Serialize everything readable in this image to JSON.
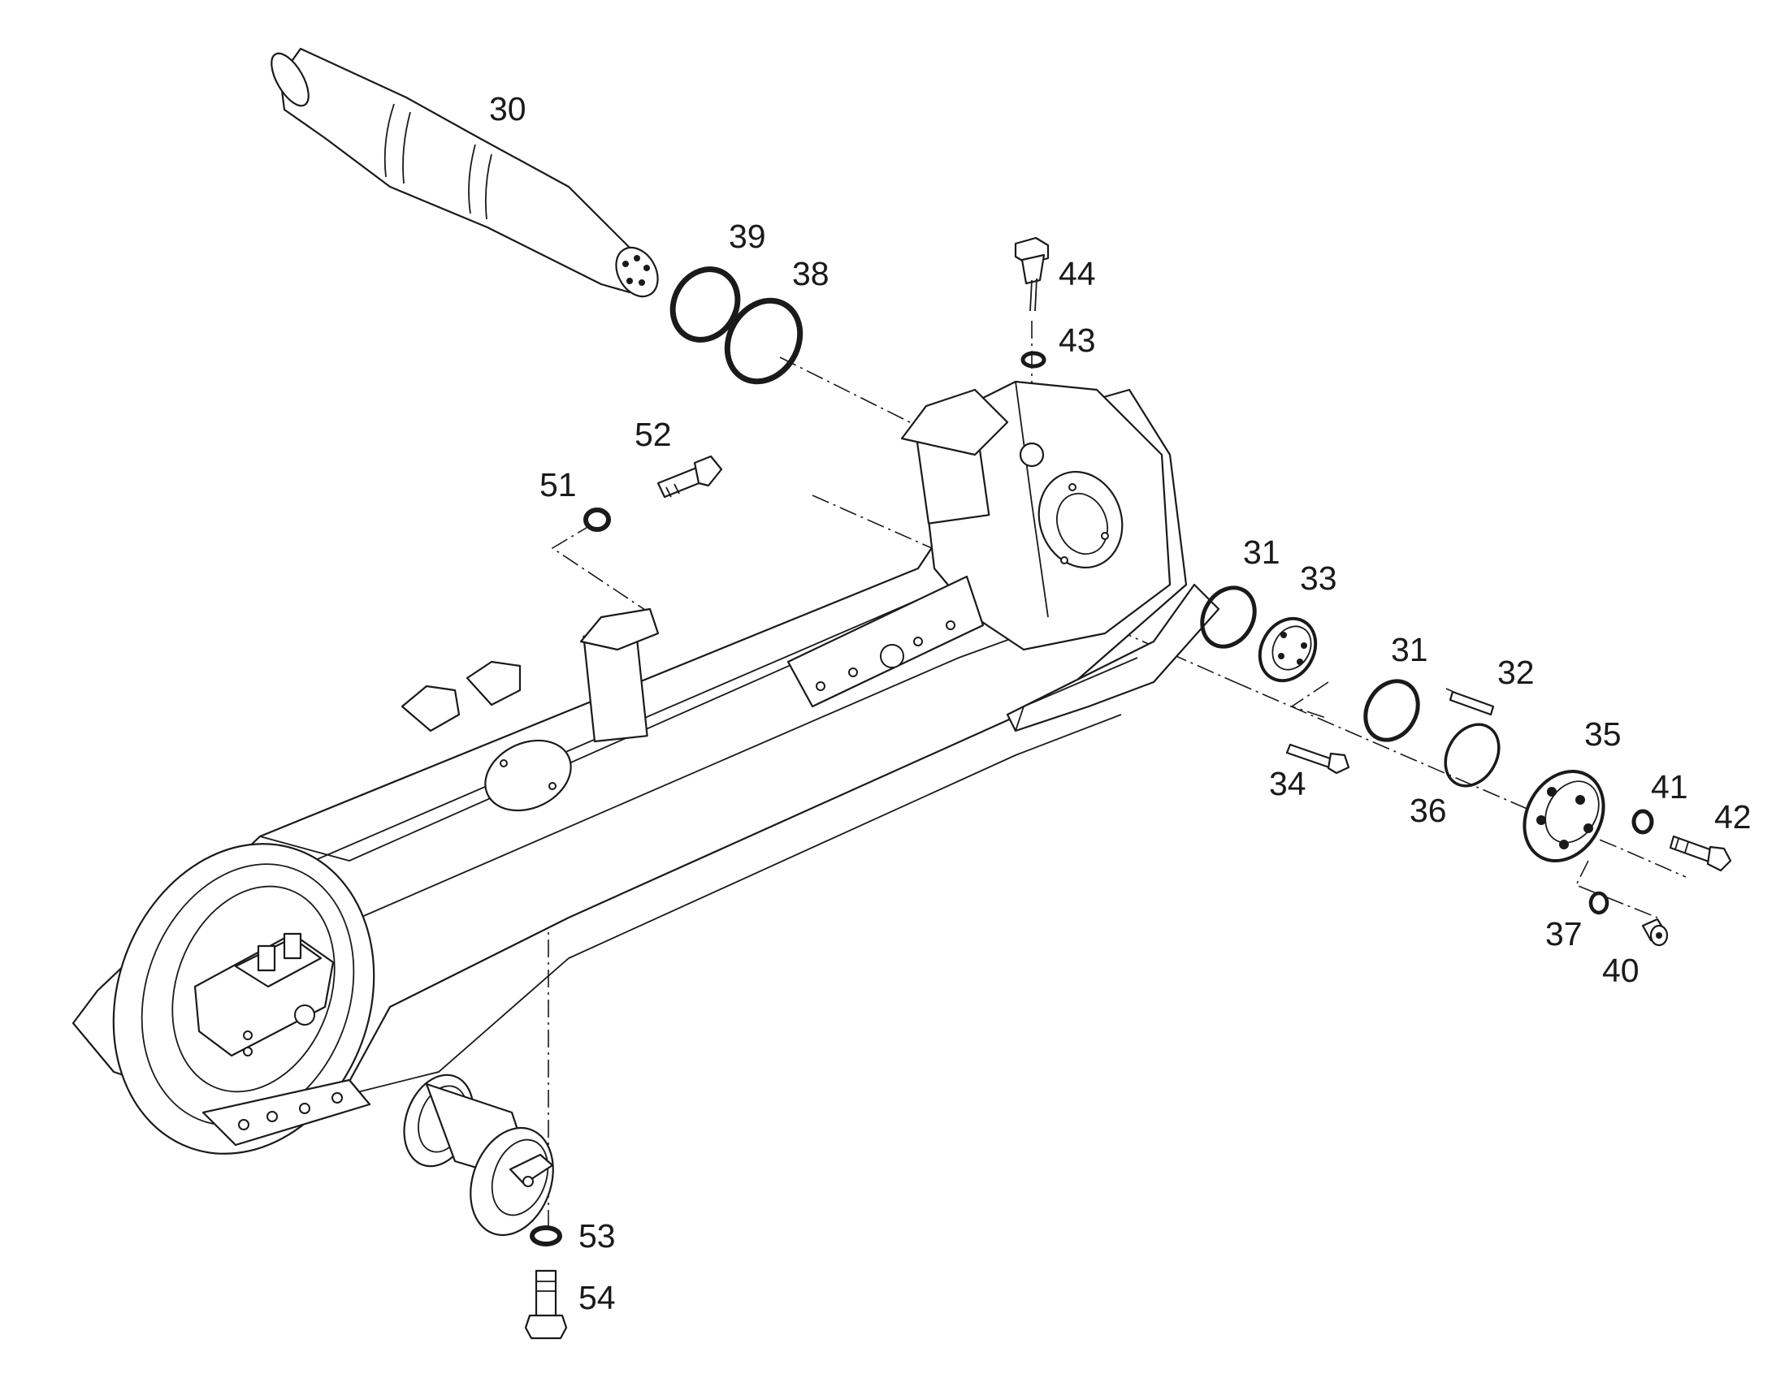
{
  "callouts": [
    {
      "id": "c30",
      "label": "30"
    },
    {
      "id": "c39",
      "label": "39"
    },
    {
      "id": "c38",
      "label": "38"
    },
    {
      "id": "c44",
      "label": "44"
    },
    {
      "id": "c43",
      "label": "43"
    },
    {
      "id": "c52",
      "label": "52"
    },
    {
      "id": "c51",
      "label": "51"
    },
    {
      "id": "c31a",
      "label": "31"
    },
    {
      "id": "c33",
      "label": "33"
    },
    {
      "id": "c31b",
      "label": "31"
    },
    {
      "id": "c32",
      "label": "32"
    },
    {
      "id": "c35",
      "label": "35"
    },
    {
      "id": "c34",
      "label": "34"
    },
    {
      "id": "c36",
      "label": "36"
    },
    {
      "id": "c41",
      "label": "41"
    },
    {
      "id": "c42",
      "label": "42"
    },
    {
      "id": "c37",
      "label": "37"
    },
    {
      "id": "c40",
      "label": "40"
    },
    {
      "id": "c53",
      "label": "53"
    },
    {
      "id": "c54",
      "label": "54"
    }
  ]
}
